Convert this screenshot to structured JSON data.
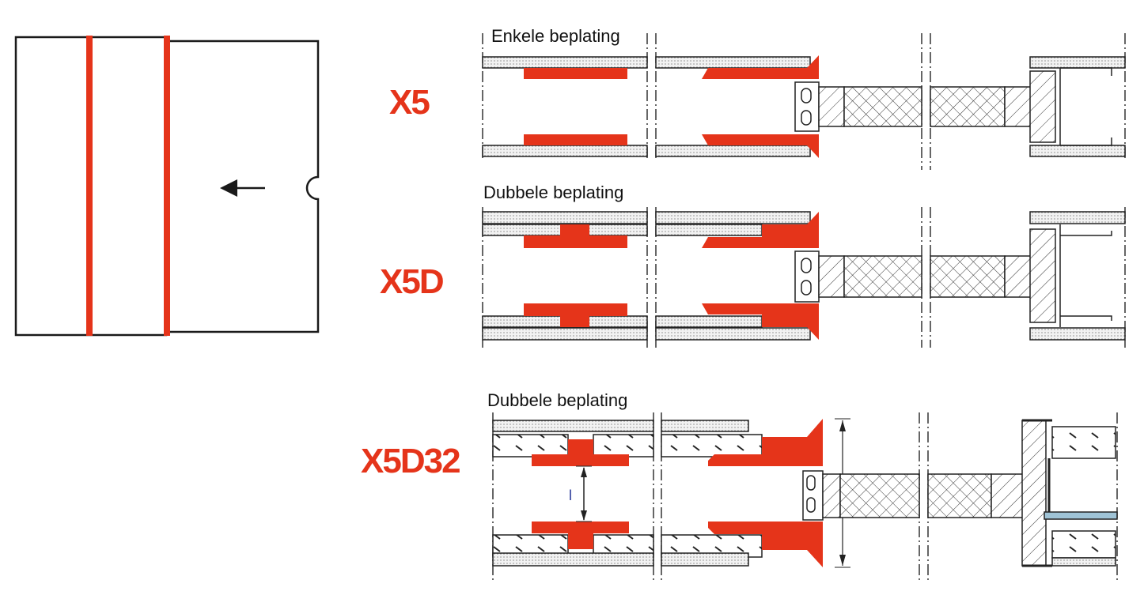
{
  "colors": {
    "accent": "#e5341a",
    "line": "#1a1a1a",
    "glass": "#9fc3d6"
  },
  "overview": {
    "arrow_icon": "arrow-left-icon"
  },
  "sections": [
    {
      "label": "X5",
      "title": "Enkele beplating"
    },
    {
      "label": "X5D",
      "title": "Dubbele beplating"
    },
    {
      "label": "X5D32",
      "title": "Dubbele beplating",
      "dimension_label": "l"
    }
  ]
}
